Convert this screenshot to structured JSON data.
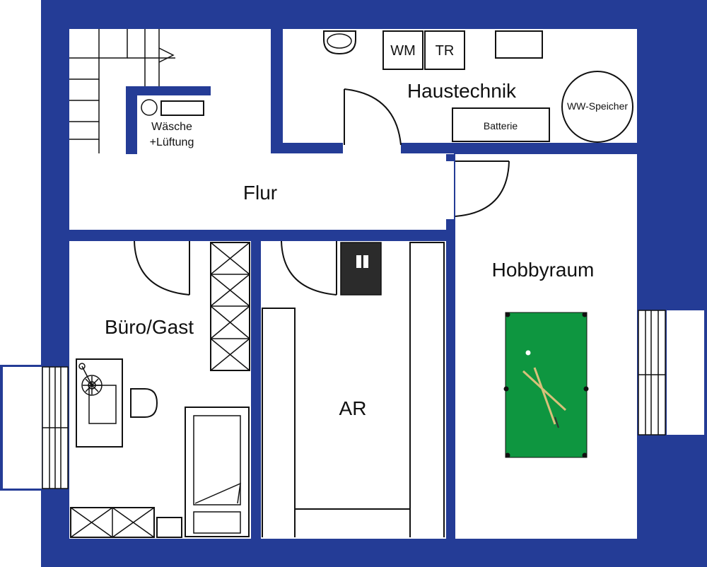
{
  "rooms": {
    "haustechnik": "Haustechnik",
    "waesche_line1": "Wäsche",
    "waesche_line2": "+Lüftung",
    "flur": "Flur",
    "buero": "Büro/Gast",
    "ar": "AR",
    "hobby": "Hobbyraum"
  },
  "equipment": {
    "wm": "WM",
    "tr": "TR",
    "batterie": "Batterie",
    "ww_speicher": "WW-Speicher"
  },
  "colors": {
    "wall": "#243c96",
    "billiard_felt": "#0e9640",
    "heater": "#2b2b2b"
  }
}
